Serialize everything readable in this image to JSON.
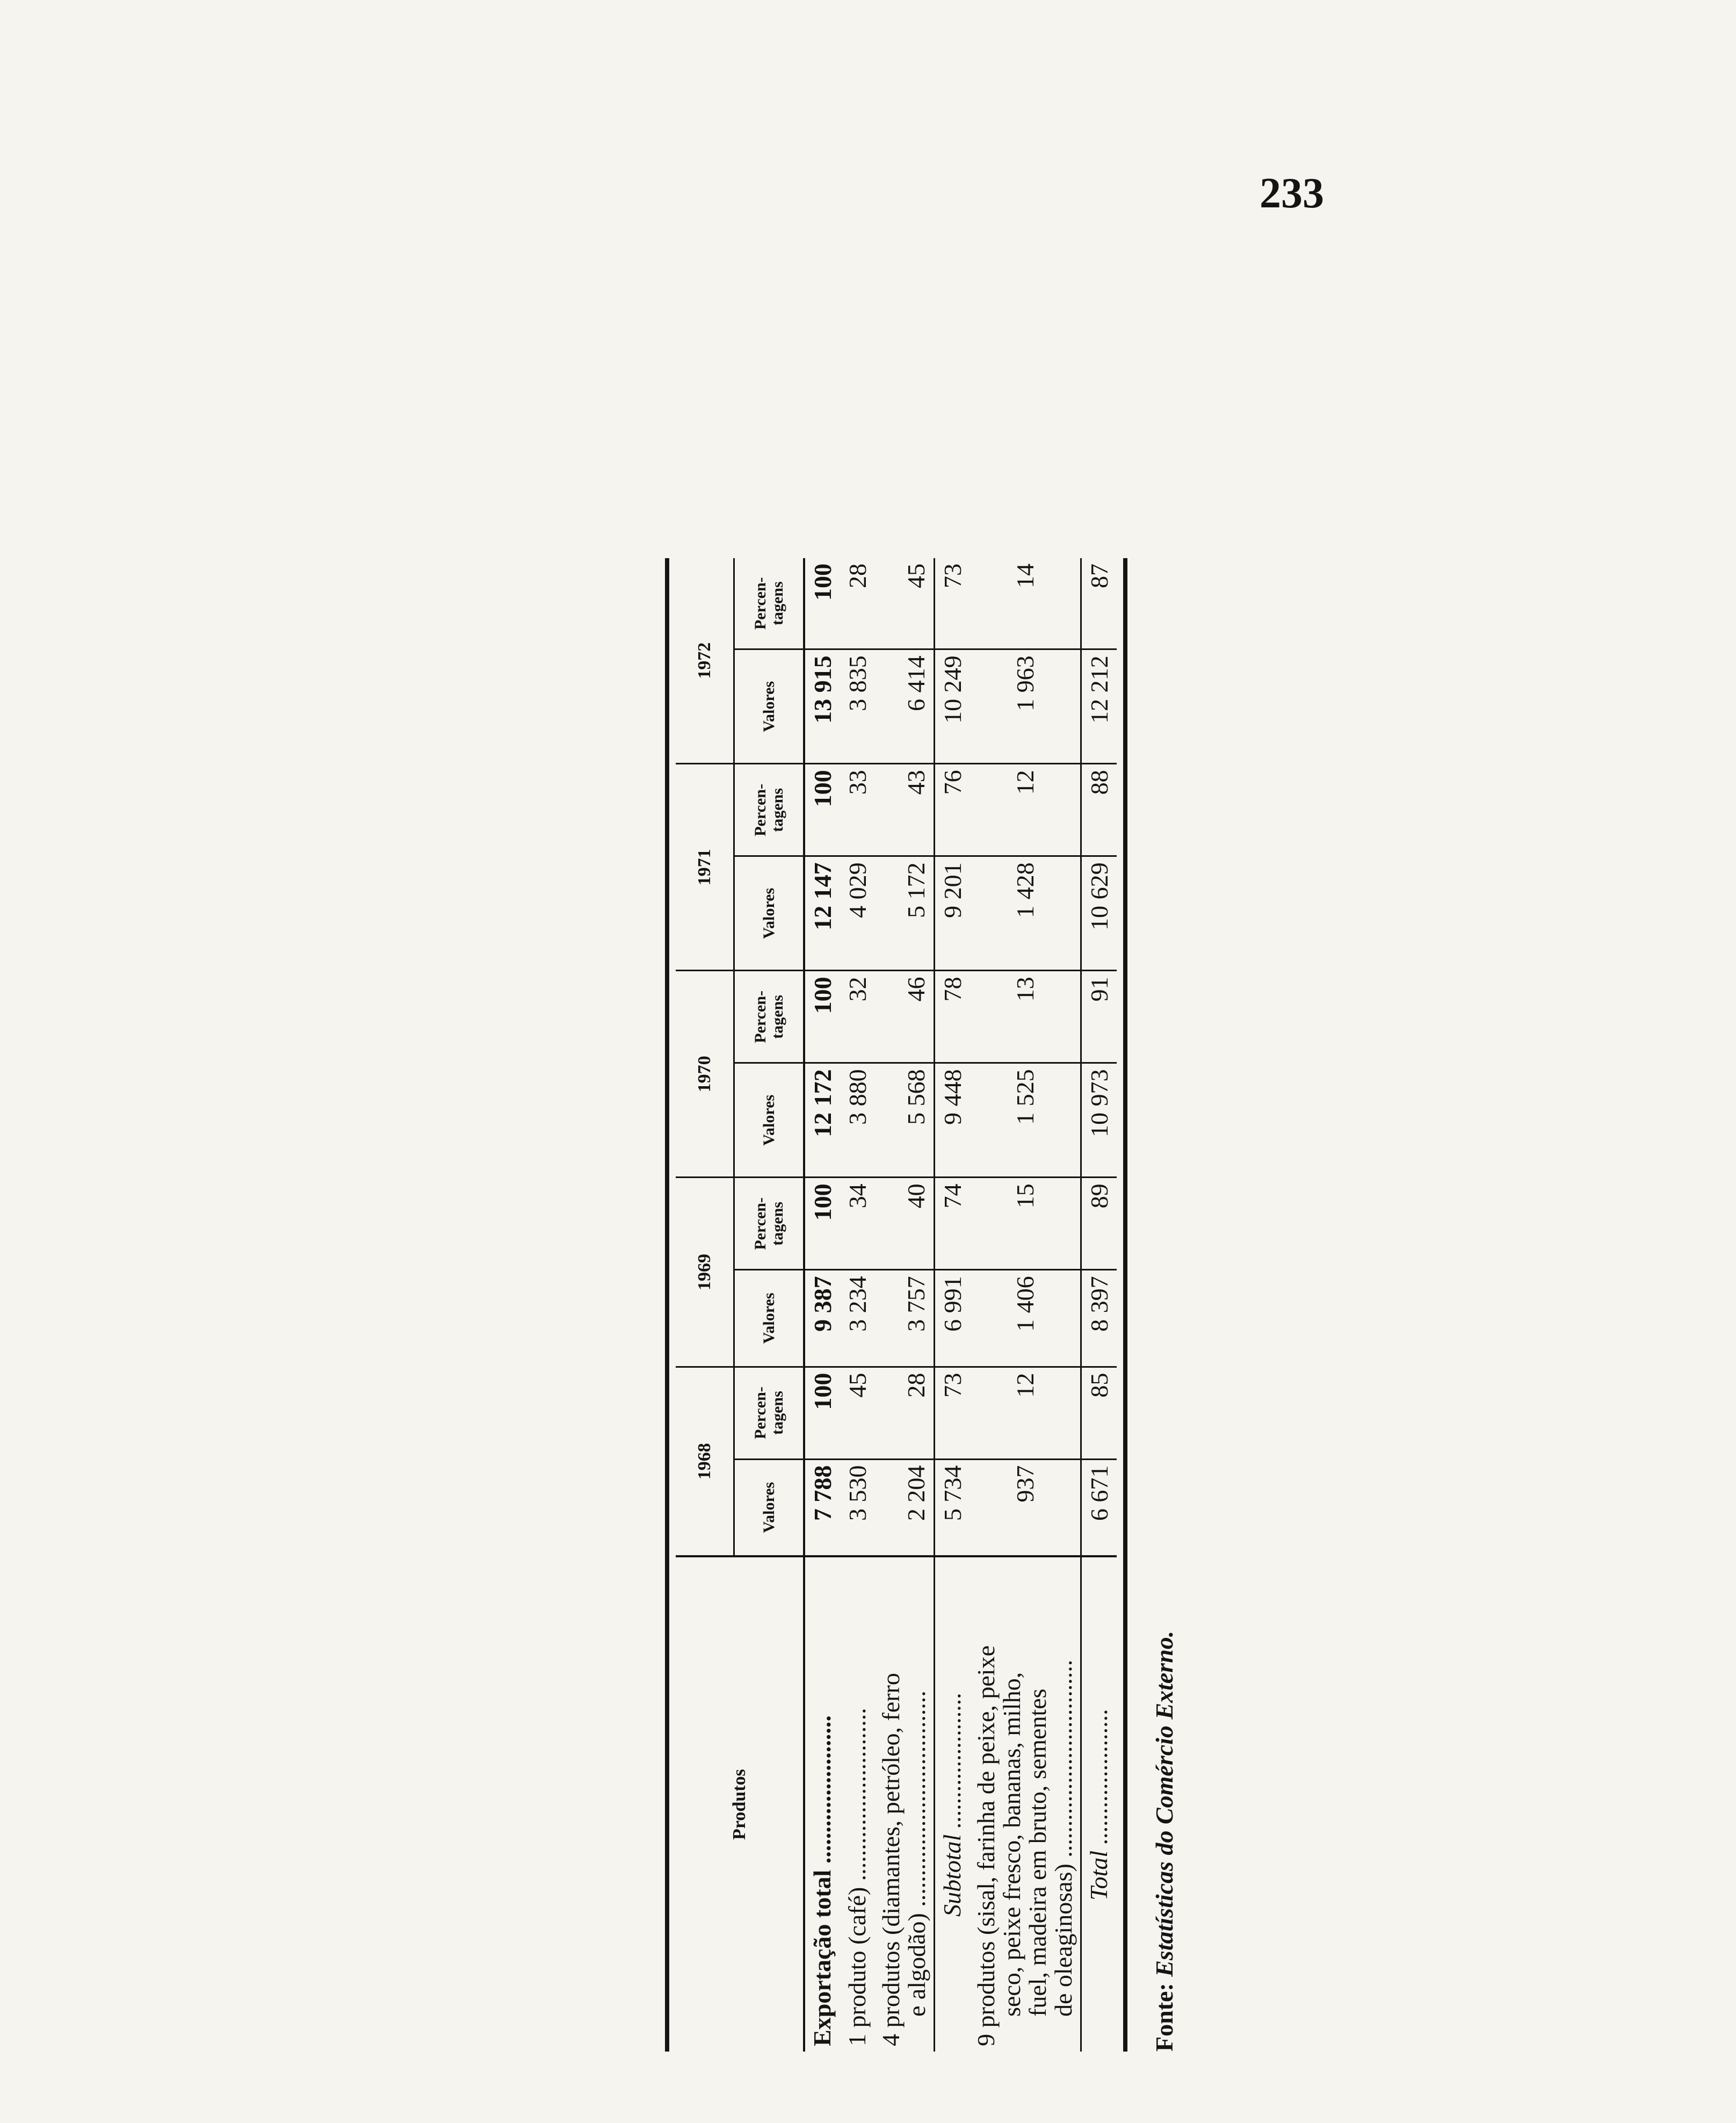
{
  "page_number": "233",
  "table": {
    "produtos_header": "Produtos",
    "years": [
      "1968",
      "1969",
      "1970",
      "1971",
      "1972"
    ],
    "sub_valores": "Valores",
    "sub_percentagens_1": "Percen-",
    "sub_percentagens_2": "tagens",
    "rows": [
      {
        "label_lines": [
          "Exportação total ........................"
        ],
        "values": [
          "7 788",
          "100",
          "9 387",
          "100",
          "12 172",
          "100",
          "12 147",
          "100",
          "13 915",
          "100"
        ]
      },
      {
        "label_lines": [
          "1 produto (café) ............................"
        ],
        "values": [
          "3 530",
          "45",
          "3 234",
          "34",
          "3 880",
          "32",
          "4 029",
          "33",
          "3 835",
          "28"
        ]
      },
      {
        "label_lines": [
          "4 produtos (diamantes, petróleo, ferro",
          "e algodão) ..................................."
        ],
        "values": [
          "2 204",
          "28",
          "3 757",
          "40",
          "5 568",
          "46",
          "5 172",
          "43",
          "6 414",
          "45"
        ]
      },
      {
        "label_lines": [
          "Subtotal ......................"
        ],
        "values": [
          "5 734",
          "73",
          "6 991",
          "74",
          "9 448",
          "78",
          "9 201",
          "76",
          "10 249",
          "73"
        ]
      },
      {
        "label_lines": [
          "9 produtos (sisal, farinha de peixe, peixe",
          "seco, peixe fresco, bananas, milho,",
          "fuel, madeira em bruto, sementes",
          "de oleaginosas) ................................"
        ],
        "values": [
          "937",
          "12",
          "1 406",
          "15",
          "1 525",
          "13",
          "1 428",
          "12",
          "1 963",
          "14"
        ]
      },
      {
        "label_lines": [
          "Total ......................"
        ],
        "values": [
          "6 671",
          "85",
          "8 397",
          "89",
          "10 973",
          "91",
          "10 629",
          "88",
          "12 212",
          "87"
        ]
      }
    ]
  },
  "fonte_label": "Fonte:",
  "fonte_source": "Estatísticas do Comércio Externo."
}
